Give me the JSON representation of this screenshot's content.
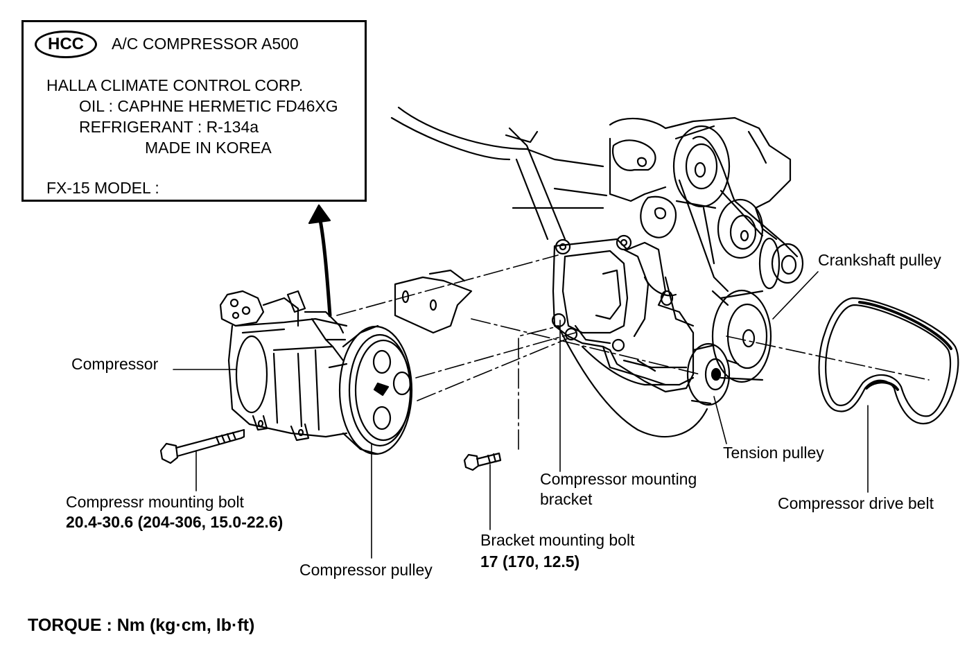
{
  "label_plate": {
    "logo": "HCC",
    "title": "A/C COMPRESSOR A500",
    "manufacturer": "HALLA CLIMATE CONTROL CORP.",
    "oil": "OIL : CAPHNE HERMETIC FD46XG",
    "refrigerant": "REFRIGERANT : R-134a",
    "origin": "MADE IN KOREA",
    "model": "FX-15 MODEL :"
  },
  "callouts": {
    "compressor": "Compressor",
    "crankshaft_pulley": "Crankshaft pulley",
    "tension_pulley": "Tension pulley",
    "bracket_line1": "Compressor  mounting",
    "bracket_line2": "bracket",
    "drive_belt": "Compressor drive belt",
    "compressor_bolt": "Compressr mounting bolt",
    "compressor_bolt_torque": "20.4-30.6 (204-306, 15.0-22.6)",
    "compressor_pulley": "Compressor pulley",
    "bracket_bolt": "Bracket mounting bolt",
    "bracket_bolt_torque": "17 (170, 12.5)"
  },
  "footer": {
    "torque_units": "TORQUE : Nm (kg·cm, lb·ft)"
  }
}
